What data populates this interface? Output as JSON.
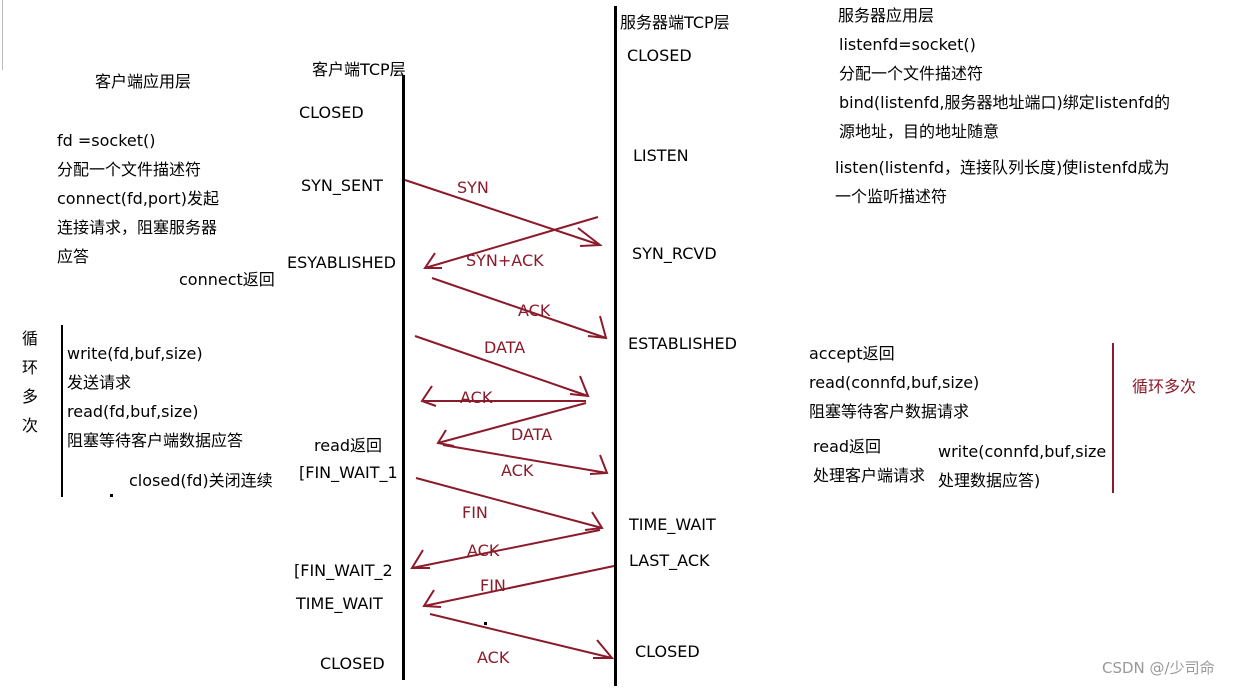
{
  "headers": {
    "client_app": "客户端应用层",
    "client_tcp": "客户端TCP层",
    "server_tcp": "服务器端TCP层",
    "server_app": "服务器应用层"
  },
  "client_app": {
    "lines": [
      "fd =socket()",
      "分配一个文件描述符",
      "connect(fd,port)发起",
      "连接请求，阻塞服务器",
      "应答"
    ],
    "connect_return": "connect返回",
    "loop_label": [
      "循",
      "环",
      "多",
      "次"
    ],
    "loop_lines": [
      "write(fd,buf,size)",
      "发送请求",
      "read(fd,buf,size)",
      "阻塞等待客户端数据应答"
    ],
    "close": "closed(fd)关闭连续"
  },
  "client_states": {
    "closed1": "CLOSED",
    "syn_sent": "SYN_SENT",
    "established": "ESYABLISHED",
    "read_return": "read返回",
    "fin_wait_1": "[FIN_WAIT_1",
    "fin_wait_2": "[FIN_WAIT_2",
    "time_wait": "TIME_WAIT",
    "closed2": "CLOSED"
  },
  "server_states": {
    "closed1": "CLOSED",
    "listen": "LISTEN",
    "syn_rcvd": "SYN_RCVD",
    "established": "ESTABLISHED",
    "time_wait": "TIME_WAIT",
    "last_ack": "LAST_ACK",
    "closed2": "CLOSED"
  },
  "server_app": {
    "lines": [
      "listenfd=socket()",
      "分配一个文件描述符",
      "bind(listenfd,服务器地址端口)绑定listenfd的",
      "源地址，目的地址随意"
    ],
    "listen_lines": [
      "listen(listenfd，连接队列长度)使listenfd成为",
      "一个监听描述符"
    ],
    "accept_lines": [
      "accept返回",
      "read(connfd,buf,size)",
      "阻塞等待客户数据请求"
    ],
    "read_return": "read返回",
    "process": "处理客户端请求",
    "write_lines": [
      "write(connfd,buf,size",
      "处理数据应答)"
    ],
    "loop_label": "循环多次"
  },
  "messages": {
    "syn": "SYN",
    "syn_ack": "SYN+ACK",
    "ack1": "ACK",
    "data1": "DATA",
    "ack2": "ACK",
    "data2": "DATA",
    "ack3": "ACK",
    "fin1": "FIN",
    "ack4": "ACK",
    "fin2": "FIN",
    "ack5": "ACK"
  },
  "watermark": "CSDN @/少司命",
  "colors": {
    "arrow": "#8b1a2b",
    "text": "#000000"
  }
}
